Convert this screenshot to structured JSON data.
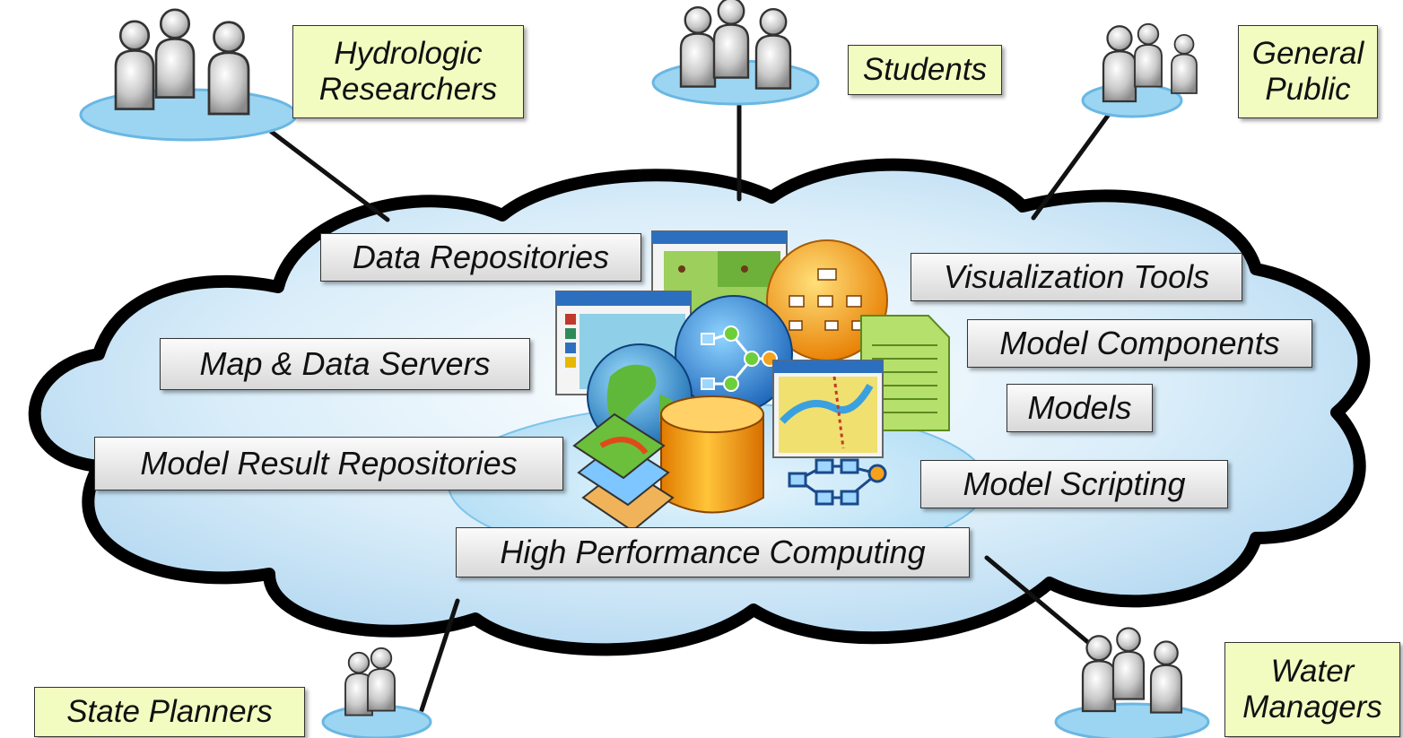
{
  "user_groups": [
    {
      "id": "hydrologic-researchers",
      "label": "Hydrologic\nResearchers"
    },
    {
      "id": "students",
      "label": "Students"
    },
    {
      "id": "general-public",
      "label": "General\nPublic"
    },
    {
      "id": "state-planners",
      "label": "State Planners"
    },
    {
      "id": "water-managers",
      "label": "Water\nManagers"
    }
  ],
  "services": [
    {
      "id": "data-repositories",
      "label": "Data Repositories"
    },
    {
      "id": "visualization-tools",
      "label": "Visualization Tools"
    },
    {
      "id": "map-data-servers",
      "label": "Map & Data Servers"
    },
    {
      "id": "model-components",
      "label": "Model Components"
    },
    {
      "id": "models",
      "label": "Models"
    },
    {
      "id": "model-result-repositories",
      "label": "Model Result Repositories"
    },
    {
      "id": "model-scripting",
      "label": "Model Scripting"
    },
    {
      "id": "high-performance-computing",
      "label": "High Performance Computing"
    }
  ],
  "colors": {
    "cloud_fill": "#c9e3f5",
    "cloud_outline": "#000000",
    "user_label_bg": "#f2fcc0",
    "service_label_bg": "#e6e6e6",
    "platform_blue": "#9fd3ef"
  },
  "icons": [
    "people-group-icon",
    "database-icon",
    "globe-icon",
    "workflow-icon",
    "hierarchy-icon",
    "document-icon",
    "map-window-icon",
    "map-layers-icon"
  ]
}
